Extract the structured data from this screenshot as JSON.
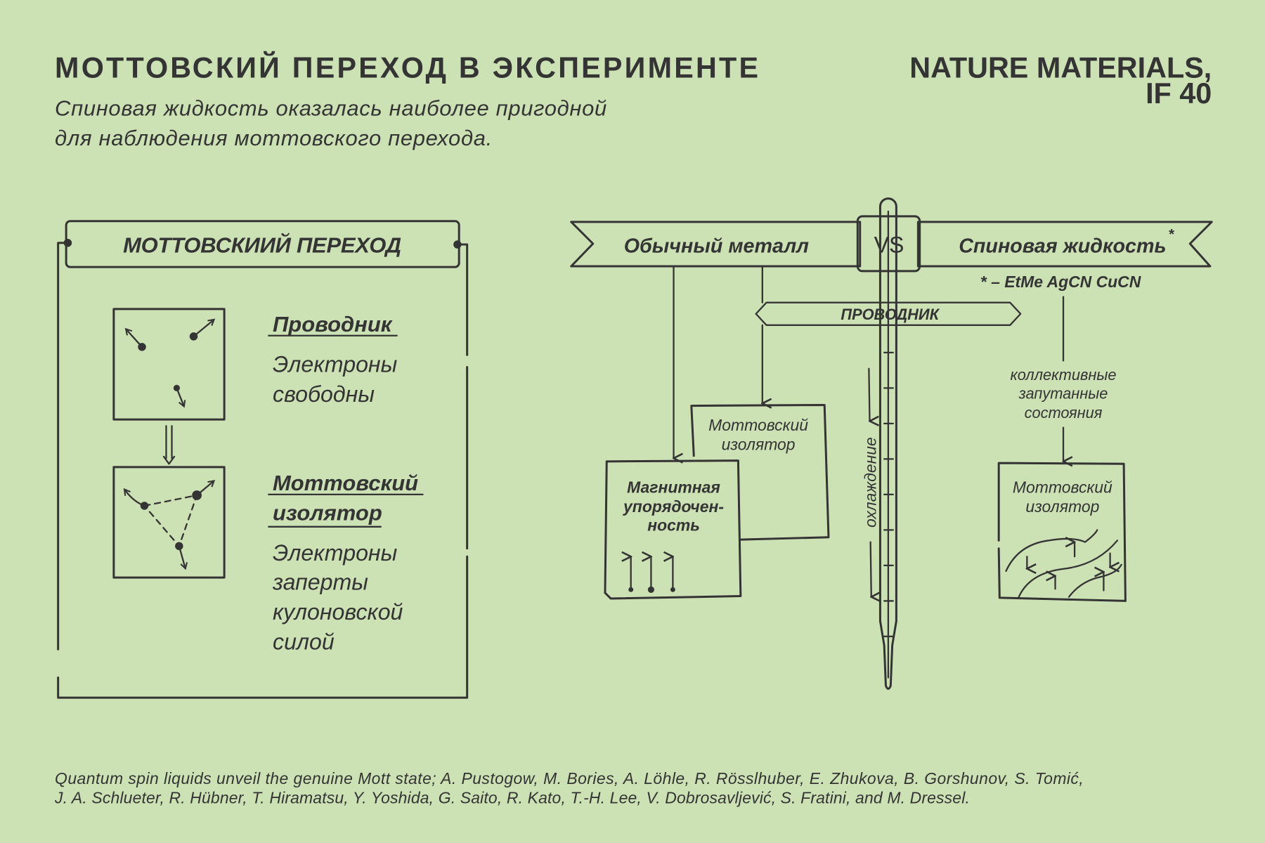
{
  "header": {
    "title": "МОТТОВСКИЙ ПЕРЕХОД В ЭКСПЕРИМЕНТЕ",
    "journal_line1": "NATURE MATERIALS,",
    "journal_line2": "IF 40",
    "subtitle_line1": "Спиновая жидкость оказалась наиболее пригодной",
    "subtitle_line2": "для наблюдения моттовского перехода."
  },
  "left_panel": {
    "heading": "МОТТОВСКИИЙ ПЕРЕХОД",
    "conductor": {
      "title": "Проводник",
      "desc": [
        "Электроны",
        "свободны"
      ]
    },
    "mott_insulator": {
      "title": [
        "Моттовский",
        "изолятор"
      ],
      "desc": [
        "Электроны",
        "заперты",
        "кулоновской",
        "силой"
      ]
    }
  },
  "right_panel": {
    "left_banner": "Обычный металл",
    "vs": "VS",
    "right_banner": "Спиновая жидкость",
    "asterisk": "*",
    "footnote": "* – EtMe AgCN CuCN",
    "conductor_sign": "ПРОВОДНИК",
    "cooling": "охлаждение",
    "mott_box_back": [
      "Моттовский",
      "изолятор"
    ],
    "magnetic_box": [
      "Магнитная",
      "упорядочен-",
      "ность"
    ],
    "entangled": [
      "коллективные",
      "запутанные",
      "состояния"
    ],
    "mott_box_right": [
      "Моттовский",
      "изолятор"
    ]
  },
  "footer": {
    "line1": "Quantum spin liquids unveil the genuine Mott state; A. Pustogow, M. Bories, A. Löhle, R. Rösslhuber, E. Zhukova, B. Gorshunov, S. Tomić,",
    "line2": "J. A. Schlueter,  R. Hübner, T. Hiramatsu, Y. Yoshida, G. Saito, R. Kato, T.-H. Lee, V. Dobrosavljević, S. Fratini, and M. Dressel."
  },
  "colors": {
    "background": "#cce1b4",
    "ink": "#343434"
  }
}
